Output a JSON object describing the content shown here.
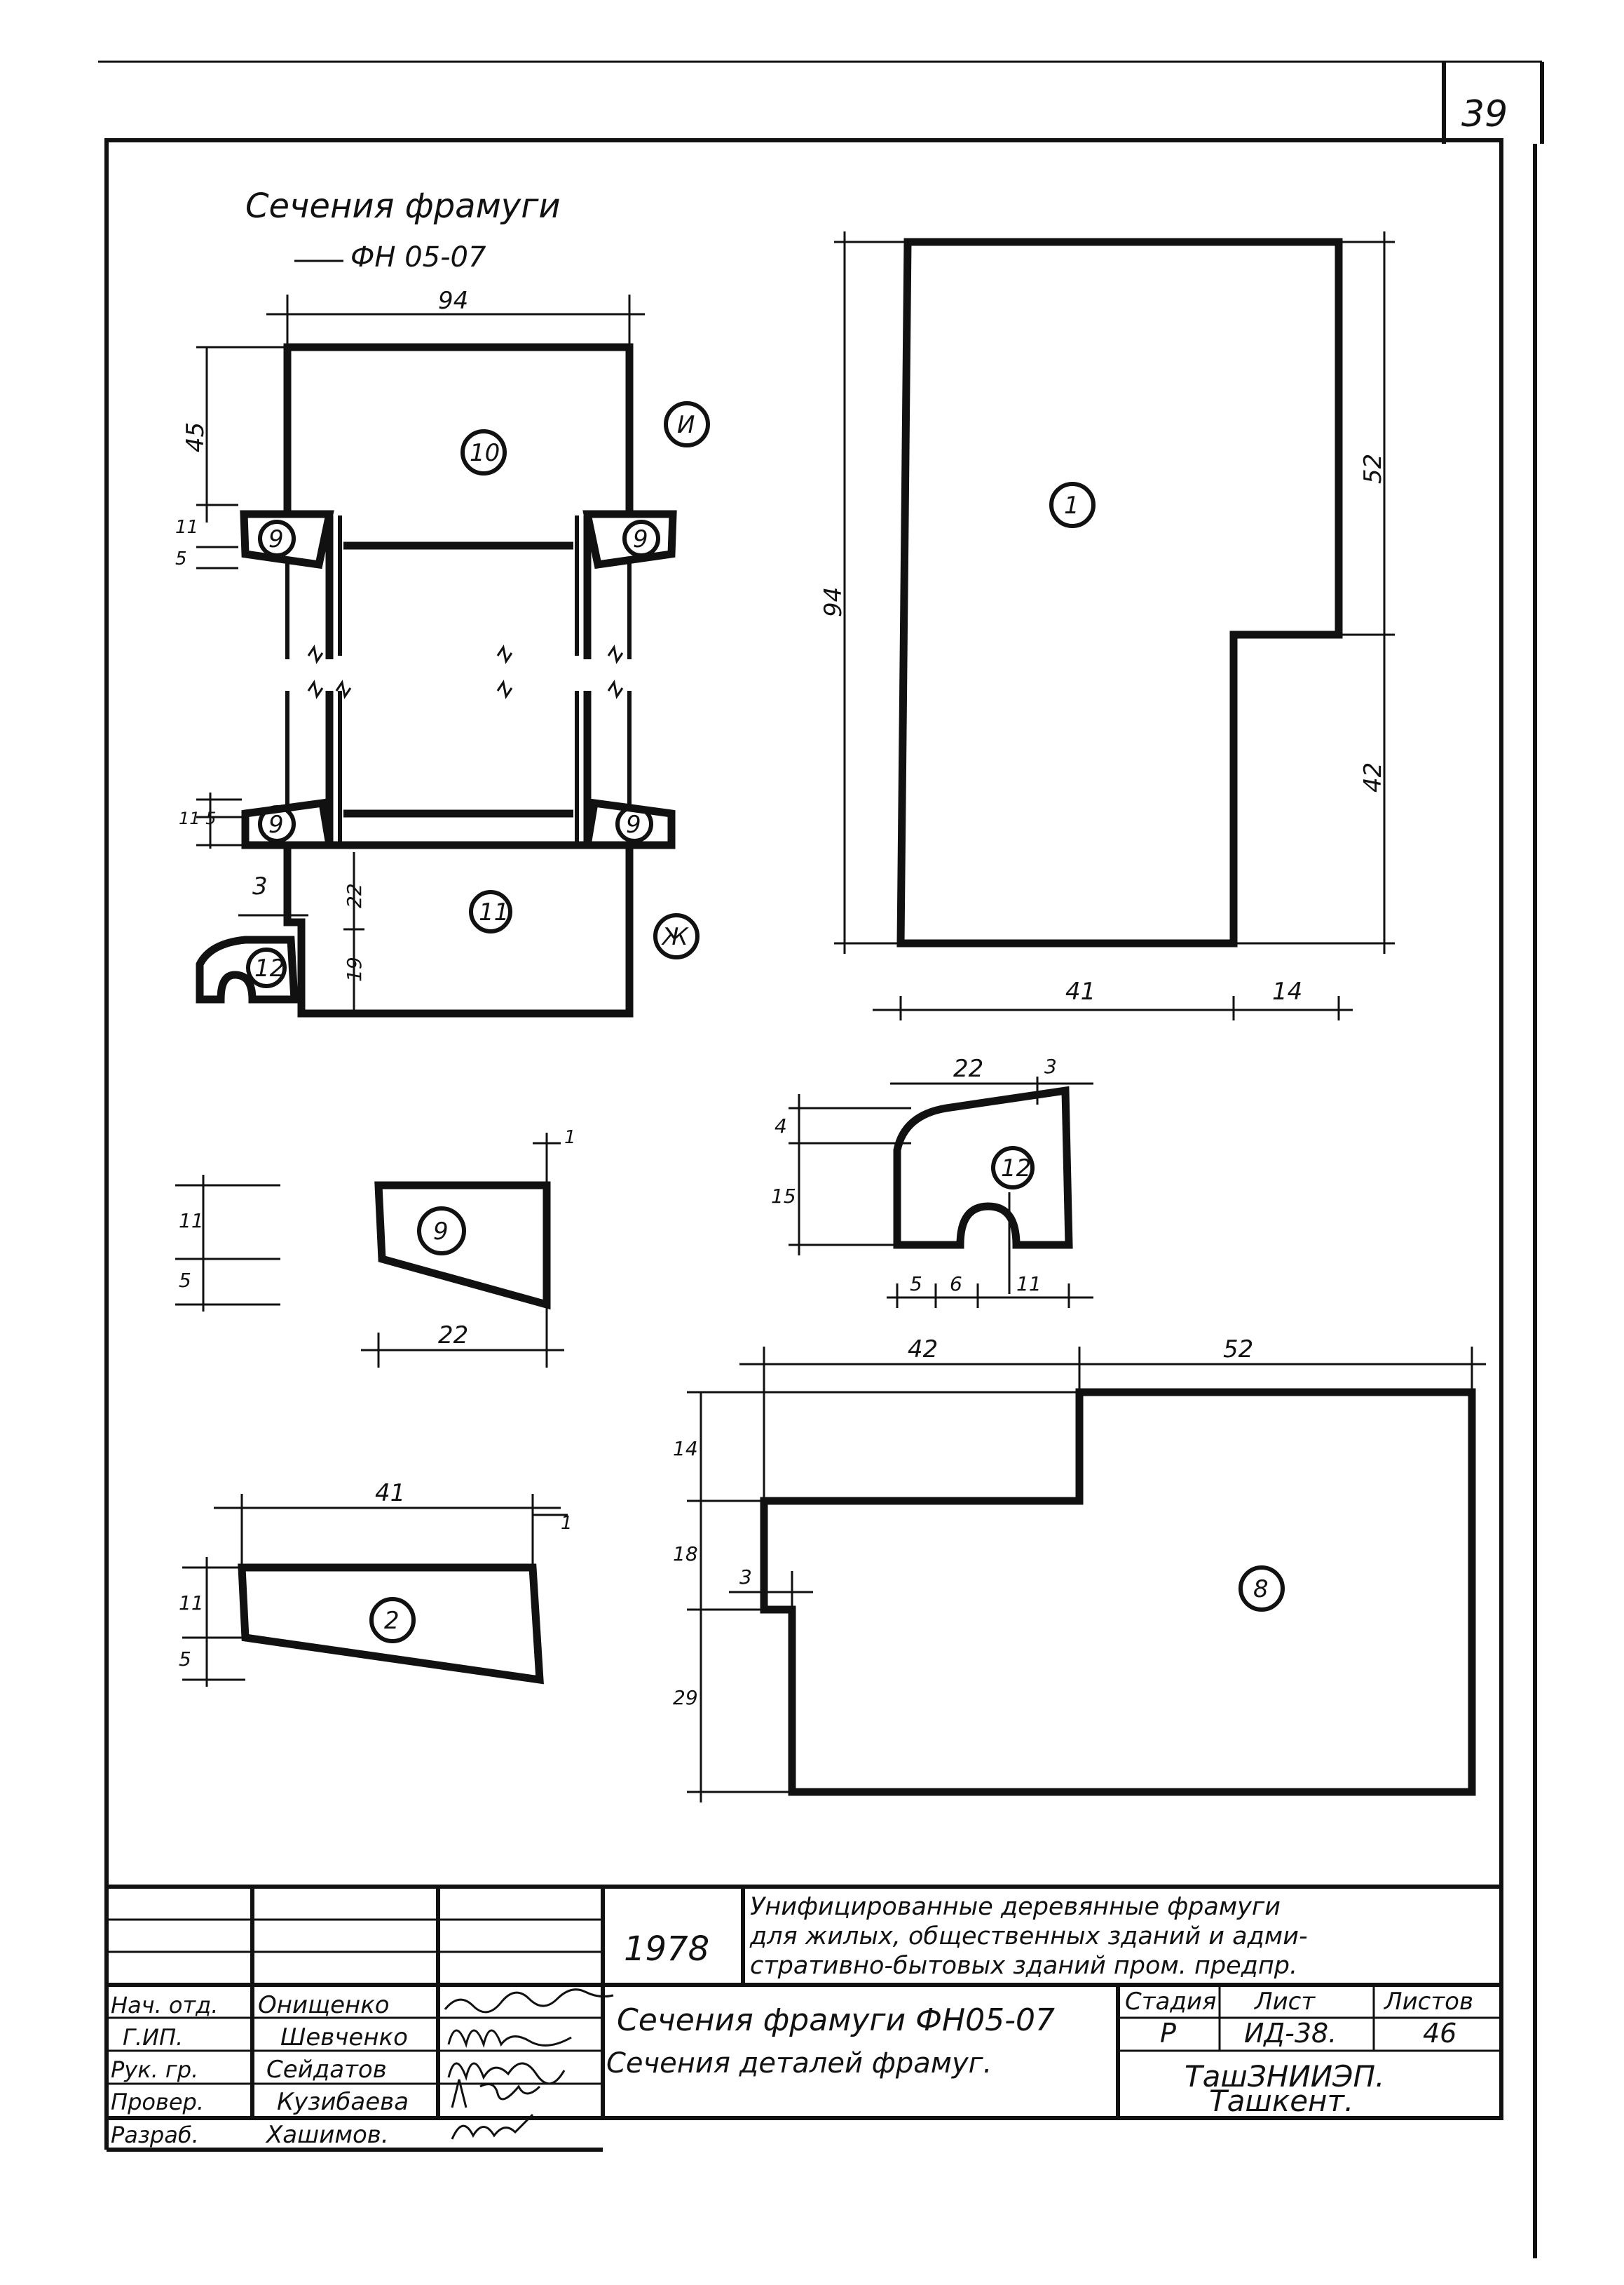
{
  "sheet": {
    "page_number": "39",
    "drawing_title_line1": "Сечения  фрамуги",
    "drawing_title_line2": "ФН 05-07"
  },
  "dimensions": {
    "frame_width": "94",
    "frame_top_height": "45",
    "frame_small_5": "5",
    "frame_small_11": "11",
    "frame_lower_11_5": "11 5",
    "frame_3": "3",
    "frame_22": "22",
    "frame_19": "19",
    "part1_total_height": "94",
    "part1_upper_right": "52",
    "part1_lower_right": "42",
    "part1_bottom_left": "41",
    "part1_bottom_right": "14",
    "part12_width": "22",
    "part12_step": "3",
    "part12_h4": "4",
    "part12_h15": "15",
    "part12_b5": "5",
    "part12_b6": "6",
    "part12_b11": "11",
    "part9_top": "1",
    "part9_h11": "11",
    "part9_h5": "5",
    "part9_width": "22",
    "part2_width": "41",
    "part2_top": "1",
    "part2_h11": "11",
    "part2_h5": "5",
    "part8_w42": "42",
    "part8_w52": "52",
    "part8_h14": "14",
    "part8_h18": "18",
    "part8_step3": "3",
    "part8_h29": "29"
  },
  "part_markers": {
    "m1": "1",
    "m2": "2",
    "m8": "8",
    "m9a": "9",
    "m9b": "9",
    "m9c": "9",
    "m9d": "9",
    "m9e": "9",
    "m10": "10",
    "m11": "11",
    "m12a": "12",
    "m12b": "12",
    "view_i": "И",
    "view_zh": "Ж"
  },
  "title_block": {
    "year": "1978",
    "series_title_l1": "Унифицированные деревянные фрамуги",
    "series_title_l2": "для жилых, общественных зданий и адми-",
    "series_title_l3": "стративно-бытовых зданий пром. предпр.",
    "sheet_title_l1": "Сечения  фрамуги ФН05-07",
    "sheet_title_l2": "Сечения деталей фрамуг.",
    "stage_label": "Стадия",
    "sheet_label": "Лист",
    "sheets_label": "Листов",
    "stage_value": "Р",
    "sheet_value": "ИД-38.",
    "sheets_value": "46",
    "org_line1": "ТашЗНИИЭП.",
    "org_line2": "Ташкент.",
    "roles": [
      {
        "role": "Нач. отд.",
        "name": "Онищенко"
      },
      {
        "role": "Г.ИП.",
        "name": "Шевченко"
      },
      {
        "role": "Рук. гр.",
        "name": "Сейдатов"
      },
      {
        "role": "Провер.",
        "name": "Кузибаева"
      },
      {
        "role": "Разраб.",
        "name": "Хашимов."
      }
    ]
  }
}
